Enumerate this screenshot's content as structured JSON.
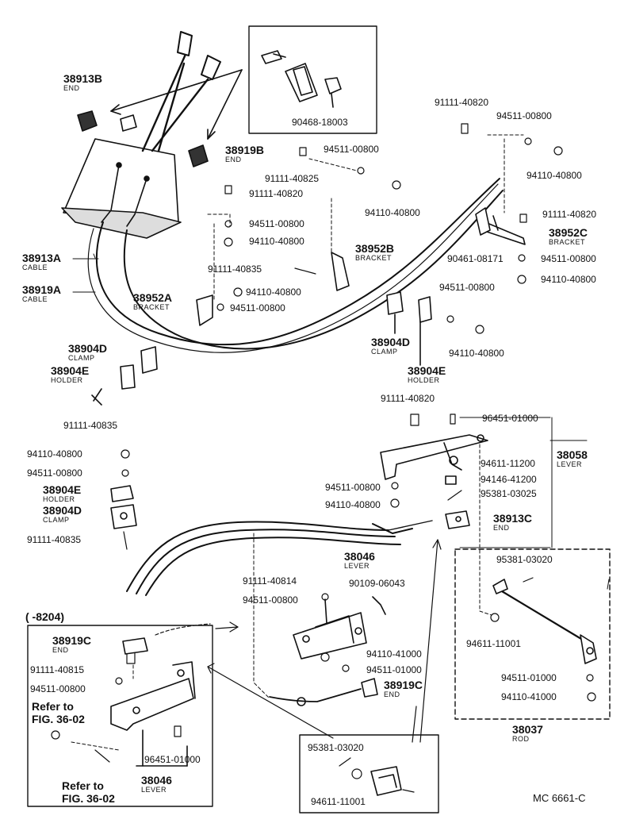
{
  "diagram": {
    "code": "MC 6661-C",
    "date_range": "(      -8204)",
    "refer_note": {
      "line1": "Refer to",
      "line2": "FIG. 36-02"
    },
    "parts": {
      "p38913B": {
        "num": "38913B",
        "name": "END"
      },
      "p38919B": {
        "num": "38919B",
        "name": "END"
      },
      "p38913A": {
        "num": "38913A",
        "name": "CABLE"
      },
      "p38919A": {
        "num": "38919A",
        "name": "CABLE"
      },
      "p38952A": {
        "num": "38952A",
        "name": "BRACKET"
      },
      "p38952B": {
        "num": "38952B",
        "name": "BRACKET"
      },
      "p38952C": {
        "num": "38952C",
        "name": "BRACKET"
      },
      "p38904D_top": {
        "num": "38904D",
        "name": "CLAMP"
      },
      "p38904E_top": {
        "num": "38904E",
        "name": "HOLDER"
      },
      "p38904D_mid": {
        "num": "38904D",
        "name": "CLAMP"
      },
      "p38904E_mid": {
        "num": "38904E",
        "name": "HOLDER"
      },
      "p38904E_left": {
        "num": "38904E",
        "name": "HOLDER"
      },
      "p38904D_left": {
        "num": "38904D",
        "name": "CLAMP"
      },
      "p38058": {
        "num": "38058",
        "name": "LEVER"
      },
      "p38913C": {
        "num": "38913C",
        "name": "END"
      },
      "p38046": {
        "num": "38046",
        "name": "LEVER"
      },
      "p38919C": {
        "num": "38919C",
        "name": "END"
      },
      "p38919C_inset": {
        "num": "38919C",
        "name": "END"
      },
      "p38046_inset": {
        "num": "38046",
        "name": "LEVER"
      },
      "p38037": {
        "num": "38037",
        "name": "ROD"
      }
    },
    "numbers": {
      "n90468": "90468-18003",
      "n91111_40820_a": "91111-40820",
      "n94511_00800_a": "94511-00800",
      "n94110_40800_a": "94110-40800",
      "n94511_00800_b": "94511-00800",
      "n91111_40825": "91111-40825",
      "n94110_40800_b": "94110-40800",
      "n91111_40820_b": "91111-40820",
      "n94511_00800_c": "94511-00800",
      "n94110_40800_c": "94110-40800",
      "n91111_40820_c": "91111-40820",
      "n91111_40835_a": "91111-40835",
      "n94110_40800_d": "94110-40800",
      "n94511_00800_d": "94511-00800",
      "n90461": "90461-08171",
      "n94511_00800_e": "94511-00800",
      "n94110_40800_e": "94110-40800",
      "n94511_00800_f": "94511-00800",
      "n94110_40800_f": "94110-40800",
      "n91111_40835_b": "91111-40835",
      "n91111_40820_d": "91111-40820",
      "n96451_01000_a": "96451-01000",
      "n94611_11200": "94611-11200",
      "n94146_41200": "94146-41200",
      "n95381_03025": "95381-03025",
      "n94110_40800_g": "94110-40800",
      "n94511_00800_g": "94511-00800",
      "n94511_00800_h": "94511-00800",
      "n94110_40800_h": "94110-40800",
      "n91111_40835_c": "91111-40835",
      "n91111_40814": "91111-40814",
      "n94511_00800_i": "94511-00800",
      "n90109_06043": "90109-06043",
      "n94110_41000_a": "94110-41000",
      "n94511_01000_a": "94511-01000",
      "n95381_03020_a": "95381-03020",
      "n94611_11001_a": "94611-11001",
      "n94511_01000_b": "94511-01000",
      "n94110_41000_b": "94110-41000",
      "n91111_40815": "91111-40815",
      "n94511_00800_j": "94511-00800",
      "n96451_01000_b": "96451-01000",
      "n95381_03020_b": "95381-03020",
      "n94611_11001_b": "94611-11001"
    }
  }
}
